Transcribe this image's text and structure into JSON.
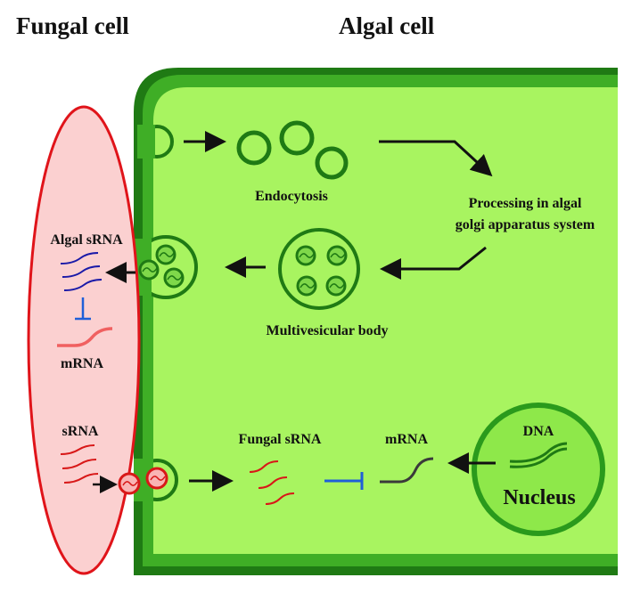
{
  "titles": {
    "fungal_cell": "Fungal cell",
    "algal_cell": "Algal cell"
  },
  "labels": {
    "endocytosis": "Endocytosis",
    "processing_line1": "Processing in algal",
    "processing_line2": "golgi apparatus system",
    "multivesicular_body": "Multivesicular body",
    "algal_srna": "Algal sRNA",
    "fungal_mrna": "mRNA",
    "fungal_srna": "sRNA",
    "fungal_srna_in_alga": "Fungal sRNA",
    "algal_mrna": "mRNA",
    "dna": "DNA",
    "nucleus": "Nucleus"
  },
  "colors": {
    "algal_fill": "#a8f460",
    "algal_wall_dark": "#1f7a14",
    "algal_wall_mid": "#3fae26",
    "fungal_fill": "#fbd0d0",
    "fungal_outline": "#e0141a",
    "algal_srna": "#1a1aa8",
    "fungal_srna": "#d81818",
    "target_mrna": "#f06060",
    "inhibit": "#1f5fd8",
    "arrow": "#111111"
  }
}
